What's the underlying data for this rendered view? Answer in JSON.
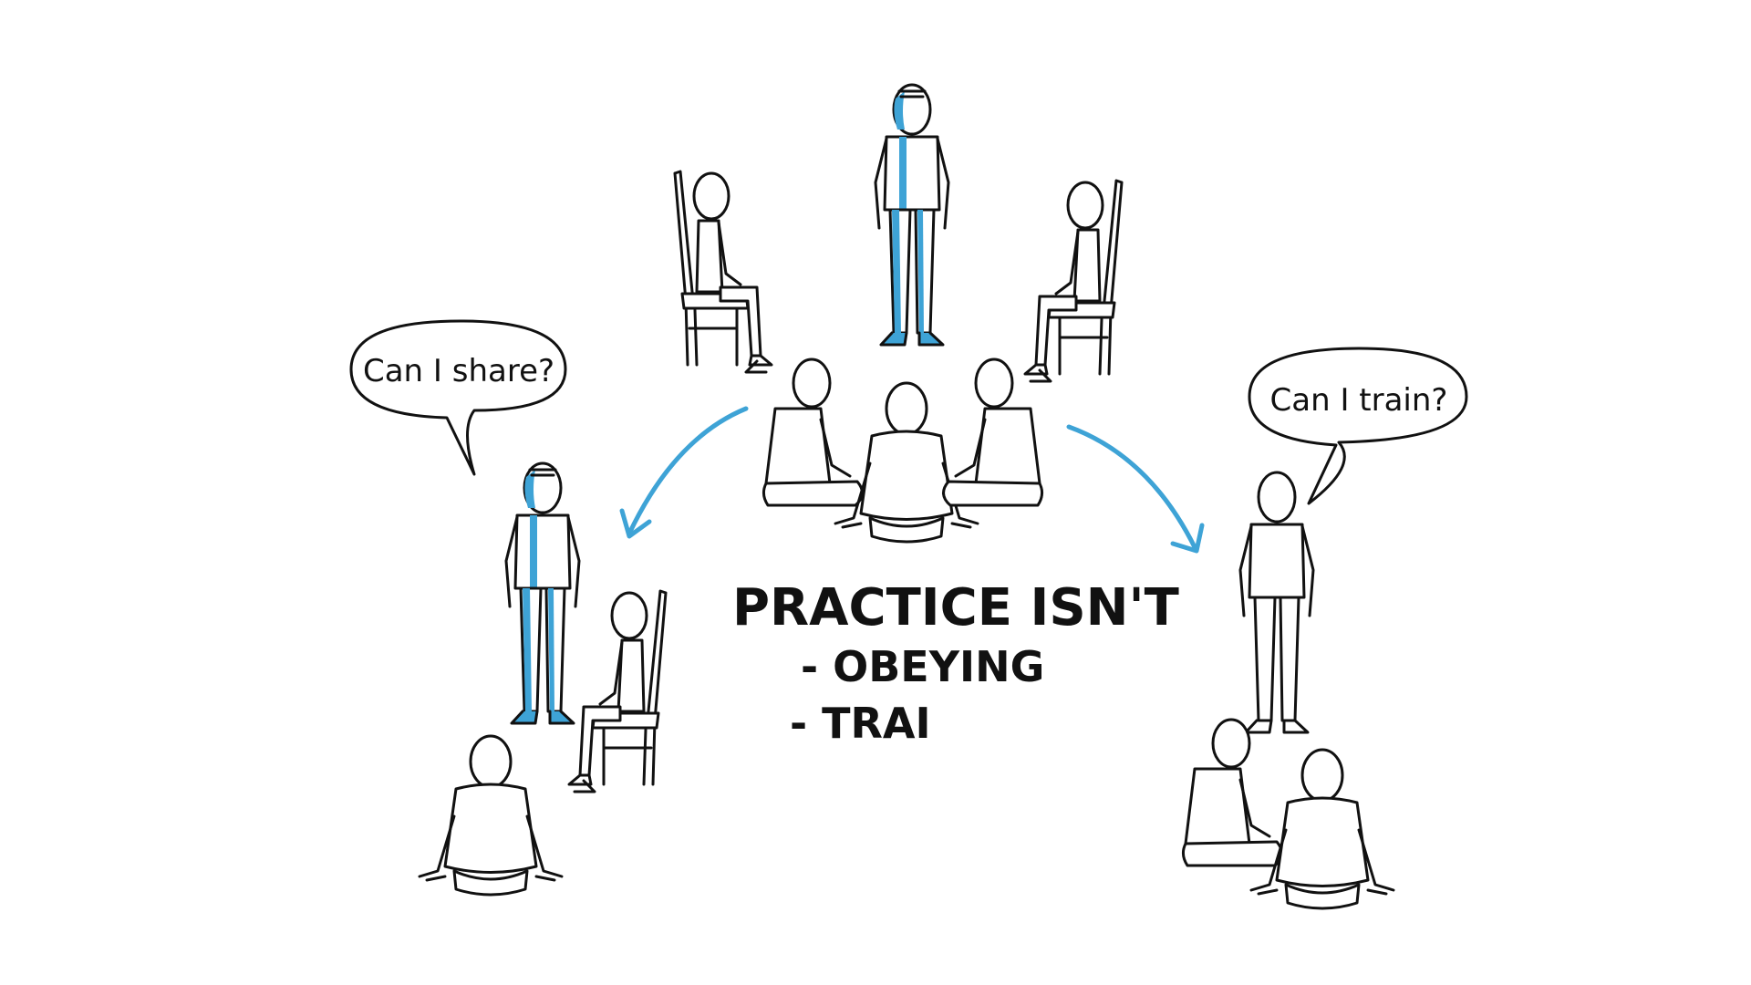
{
  "speech": {
    "left": "Can I share?",
    "right": "Can I train?"
  },
  "headline": {
    "title": "PRACTICE ISN'T",
    "items": [
      "- OBEYING",
      "- TRAI"
    ]
  },
  "colors": {
    "accent": "#3ea3d6",
    "ink": "#111111",
    "background": "#ffffff"
  }
}
